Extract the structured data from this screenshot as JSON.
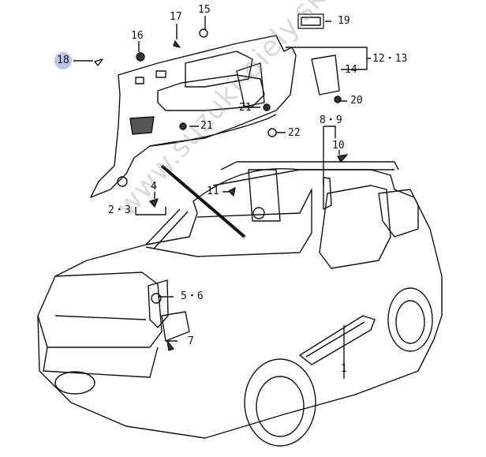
{
  "watermark": "www.suzuki-diely.sk",
  "highlight_color": "#b9c8ea",
  "callouts": {
    "c18": "18",
    "c16": "16",
    "c17": "17",
    "c15": "15",
    "c19": "19",
    "c1213": "12・13",
    "c14": "14",
    "c20": "20",
    "c21a": "21",
    "c21b": "21",
    "c22": "22",
    "c89": "8・9",
    "c10": "10",
    "c11": "11",
    "c4": "4",
    "c23": "2・3",
    "c56": "5・6",
    "c7": "7",
    "c1": "1"
  }
}
